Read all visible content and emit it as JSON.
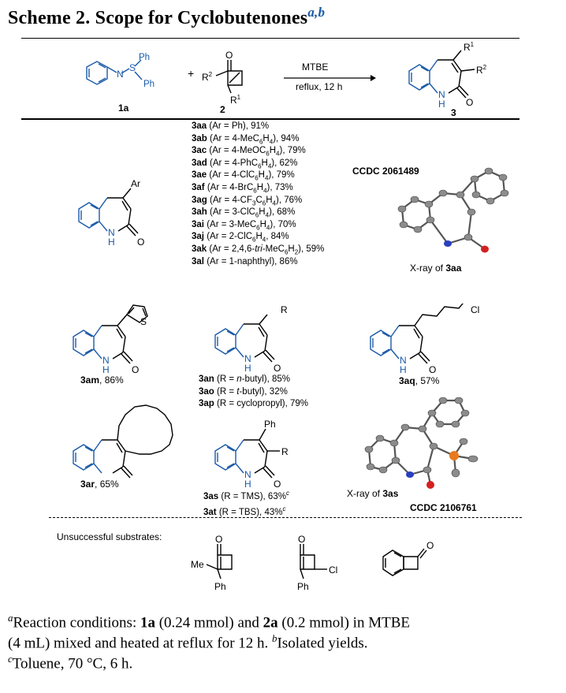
{
  "title": {
    "text": "Scheme 2. Scope for Cyclobutenones",
    "sup": "a,b"
  },
  "reaction": {
    "reagent1": {
      "id": "1a",
      "ph_top": "Ph",
      "ph_bottom": "Ph",
      "s": "S",
      "n": "N"
    },
    "plus": "+",
    "reagent2": {
      "id": "2",
      "o": "O",
      "r1": "R",
      "r1_sup": "1",
      "r2": "R",
      "r2_sup": "2"
    },
    "arrow_top": "MTBE",
    "arrow_bottom": "reflux, 12 h",
    "product": {
      "id": "3",
      "o": "O",
      "nh_n": "N",
      "nh_h": "H",
      "r1": "R",
      "r1_sup": "1",
      "r2": "R",
      "r2_sup": "2"
    }
  },
  "series_a": {
    "substituent": "Ar",
    "nh_n": "N",
    "nh_h": "H",
    "o": "O",
    "entries": [
      {
        "id": "3aa",
        "pre": "(Ar = Ph), 91%"
      },
      {
        "id": "3ab",
        "pre": "(Ar = 4-MeC",
        "s1": "6",
        "mid": "H",
        "s2": "4",
        "post": "), 94%"
      },
      {
        "id": "3ac",
        "pre": "(Ar = 4-MeOC",
        "s1": "6",
        "mid": "H",
        "s2": "4",
        "post": "), 79%"
      },
      {
        "id": "3ad",
        "pre": "(Ar = 4-PhC",
        "s1": "6",
        "mid": "H",
        "s2": "4",
        "post": "), 62%"
      },
      {
        "id": "3ae",
        "pre": "(Ar = 4-ClC",
        "s1": "6",
        "mid": "H",
        "s2": "4",
        "post": "), 79%"
      },
      {
        "id": "3af",
        "pre": "(Ar = 4-BrC",
        "s1": "6",
        "mid": "H",
        "s2": "4",
        "post": "), 73%"
      },
      {
        "id": "3ag",
        "pre": "(Ar = 4-CF",
        "s1": "3",
        "mid": "C",
        "s2": "6",
        "mid2": "H",
        "s3": "4",
        "post": "), 76%"
      },
      {
        "id": "3ah",
        "pre": "(Ar = 3-ClC",
        "s1": "6",
        "mid": "H",
        "s2": "4",
        "post": "), 68%"
      },
      {
        "id": "3ai",
        "pre": "(Ar = 3-MeC",
        "s1": "6",
        "mid": "H",
        "s2": "4",
        "post": "), 70%"
      },
      {
        "id": "3aj",
        "pre": "(Ar = 2-ClC",
        "s1": "6",
        "mid": "H",
        "s2": "4",
        "post": ", 84%"
      },
      {
        "id": "3ak",
        "pre": "(Ar = 2,4,6-",
        "it": "tri",
        "pre2": "-MeC",
        "s1": "6",
        "mid": "H",
        "s2": "2",
        "post": "), 59%"
      },
      {
        "id": "3al",
        "pre": "(Ar = 1-naphthyl), 86%"
      }
    ]
  },
  "xray1": {
    "ccdc": "CCDC 2061489",
    "caption_pre": "X-ray of ",
    "caption_id": "3aa"
  },
  "row2": {
    "am": {
      "id": "3am",
      "yield": ", 86%",
      "s": "S"
    },
    "an_series": {
      "substituent": "R",
      "entries": [
        {
          "id": "3an",
          "pre": "(R = ",
          "it": "n",
          "post": "-butyl), 85%"
        },
        {
          "id": "3ao",
          "pre": "(R = ",
          "it": "t",
          "post": "-butyl), 32%"
        },
        {
          "id": "3ap",
          "pre": "(R = cyclopropyl), 79%",
          "it": "",
          "post": ""
        }
      ]
    },
    "aq": {
      "id": "3aq",
      "yield": ", 57%",
      "cl": "Cl"
    }
  },
  "row3": {
    "ar": {
      "id": "3ar",
      "yield": ", 65%"
    },
    "as_series": {
      "ph": "Ph",
      "r": "R",
      "entries": [
        {
          "id": "3as",
          "pre": "(R = TMS), 63%",
          "sup": "c"
        },
        {
          "id": "3at",
          "pre": "(R = TBS), 43%",
          "sup": "c"
        }
      ]
    },
    "xray2": {
      "caption_pre": "X-ray of ",
      "caption_id": "3as",
      "ccdc": "CCDC 2106761"
    }
  },
  "unsuccessful": {
    "label": "Unsuccessful substrates:",
    "s1": {
      "o": "O",
      "me": "Me",
      "ph": "Ph"
    },
    "s2": {
      "o": "O",
      "cl": "Cl",
      "ph": "Ph"
    },
    "s3": {
      "o": "O"
    }
  },
  "footnotes": {
    "a_sup": "a",
    "a_1": "Reaction conditions: ",
    "a_b1": "1a",
    "a_2": " (0.24 mmol) and ",
    "a_b2": "2a",
    "a_3": " (0.2 mmol) in MTBE",
    "a_line2": "(4 mL) mixed and heated at reflux for 12 h. ",
    "b_sup": "b",
    "b_text": "Isolated yields.",
    "c_sup": "c",
    "c_text": "Toluene, 70 °C, 6 h."
  },
  "colors": {
    "blue": "#1a5aa8",
    "red": "#d42020",
    "gray_atom": "#8c8c8c",
    "orange_atom": "#e87a1e",
    "black": "#000000"
  }
}
